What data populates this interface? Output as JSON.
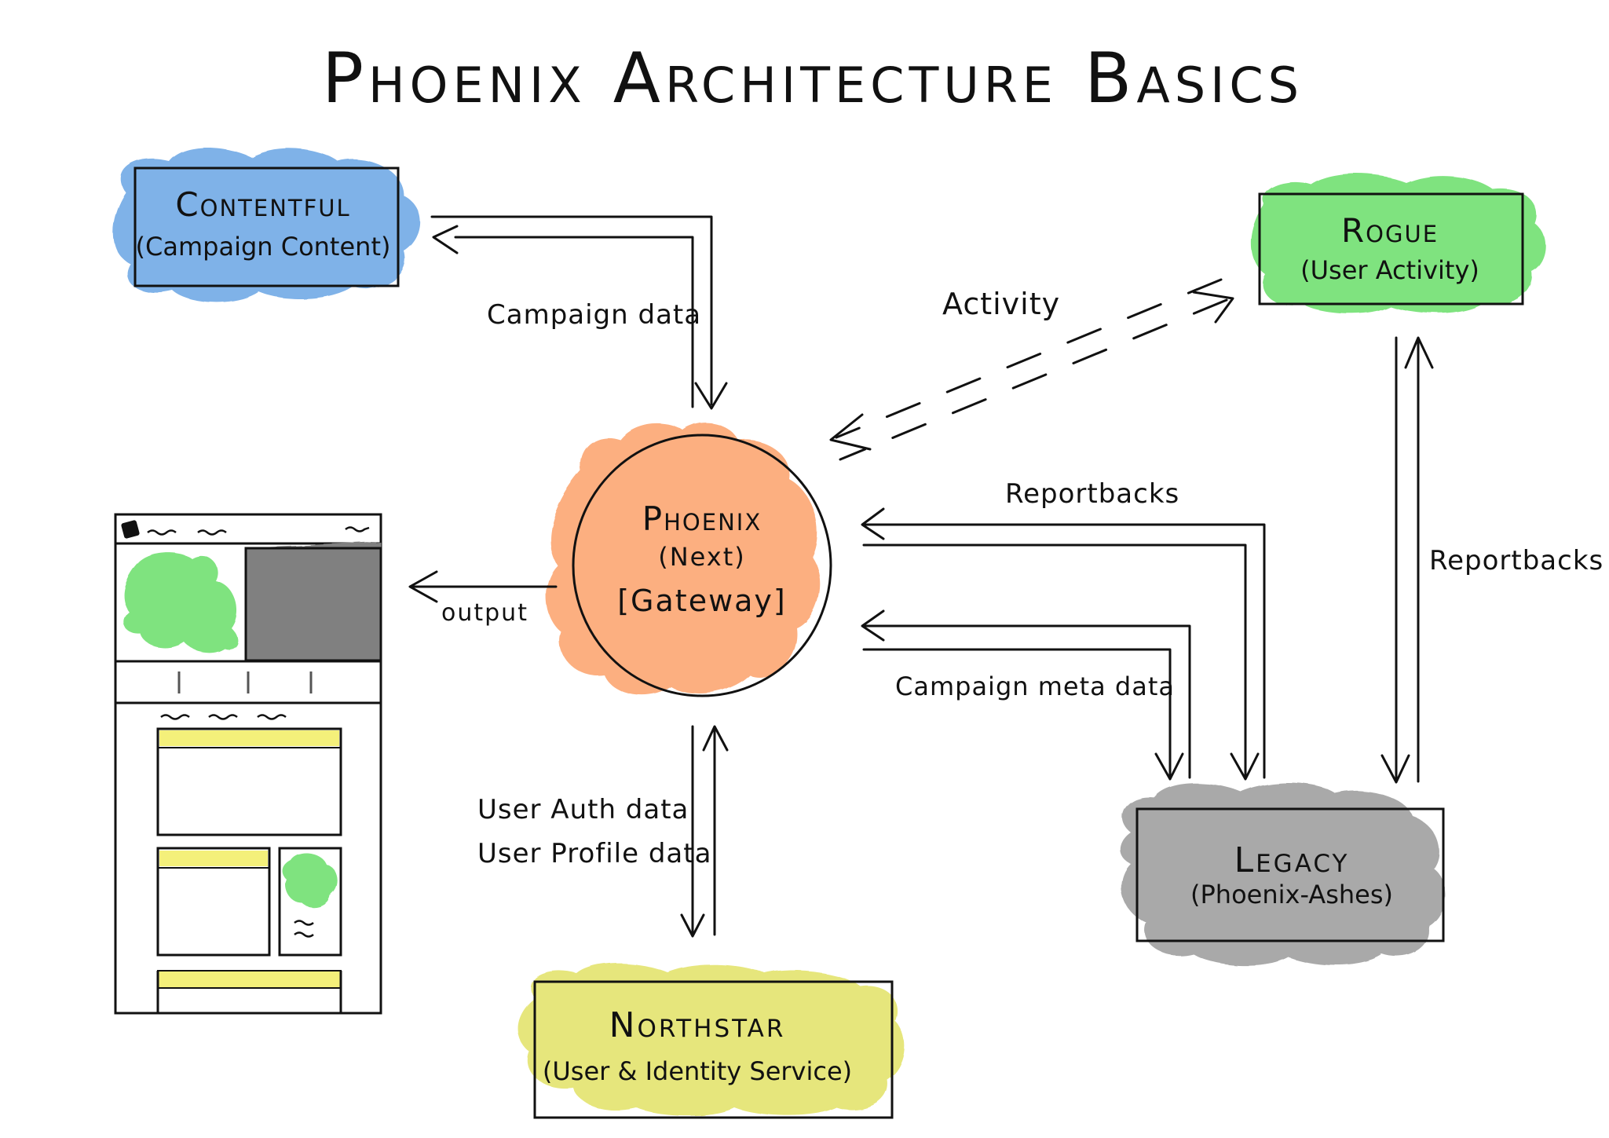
{
  "title": "Phoenix Architecture Basics",
  "colors": {
    "contentful": "#7fb2e8",
    "rogue": "#7fe37f",
    "phoenix": "#fcaf80",
    "legacy": "#a9a9a9",
    "northstar": "#e6e67c",
    "mockup_green": "#7fe37f",
    "mockup_gray": "#808080",
    "mockup_yellow": "#f4f07a",
    "ink": "#111111"
  },
  "nodes": {
    "contentful": {
      "name": "Contentful",
      "subtitle": "(Campaign Content)"
    },
    "rogue": {
      "name": "Rogue",
      "subtitle": "(User Activity)"
    },
    "phoenix": {
      "name": "Phoenix",
      "subtitle": "(Next)",
      "role": "[Gateway]"
    },
    "legacy": {
      "name": "Legacy",
      "subtitle": "(Phoenix-Ashes)"
    },
    "northstar": {
      "name": "Northstar",
      "subtitle": "(User & Identity Service)"
    }
  },
  "edges": {
    "campaign_data": "Campaign data",
    "activity": "Activity",
    "reportbacks_top": "Reportbacks",
    "reportbacks_right": "Reportbacks",
    "campaign_meta_data": "Campaign meta data",
    "output": "output",
    "user_auth_data": "User Auth data",
    "user_profile_data": "User Profile data"
  }
}
